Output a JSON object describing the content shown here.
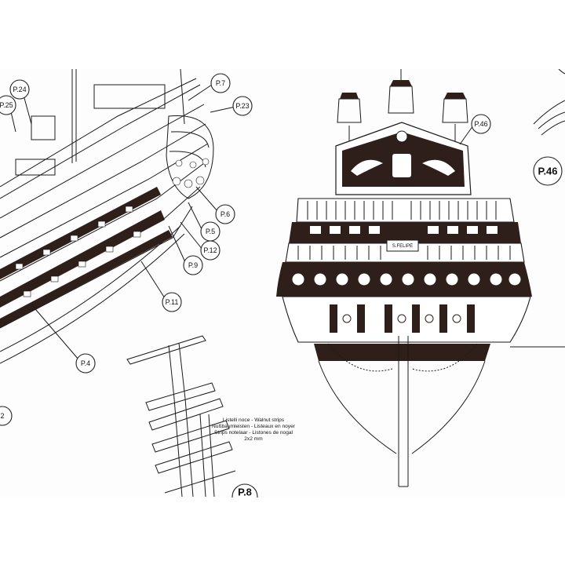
{
  "labels": {
    "p24": "P.24",
    "p25": "P.25",
    "p7": "P.7",
    "p23": "P.23",
    "p6": "P.6",
    "p5": "P.5",
    "p12": "P.12",
    "p9": "P.9",
    "p11": "P.11",
    "p4": "P.4",
    "p2": "2",
    "p46_small": "P.46",
    "p46_large": "P.46",
    "p8": "P.8",
    "nameplate": "S.FELIPE"
  },
  "strip_note": {
    "line1": "Listelli noce - Walnut strips",
    "line2": "Nußbaumleisten - Listeaux en noyer",
    "line3": "Strips notelaar - Listones de nogal",
    "line4": "2x2 mm"
  },
  "colors": {
    "ink": "#1a1a1a",
    "hull_dark": "#2e1f1a",
    "paper": "#fdfdfd"
  }
}
